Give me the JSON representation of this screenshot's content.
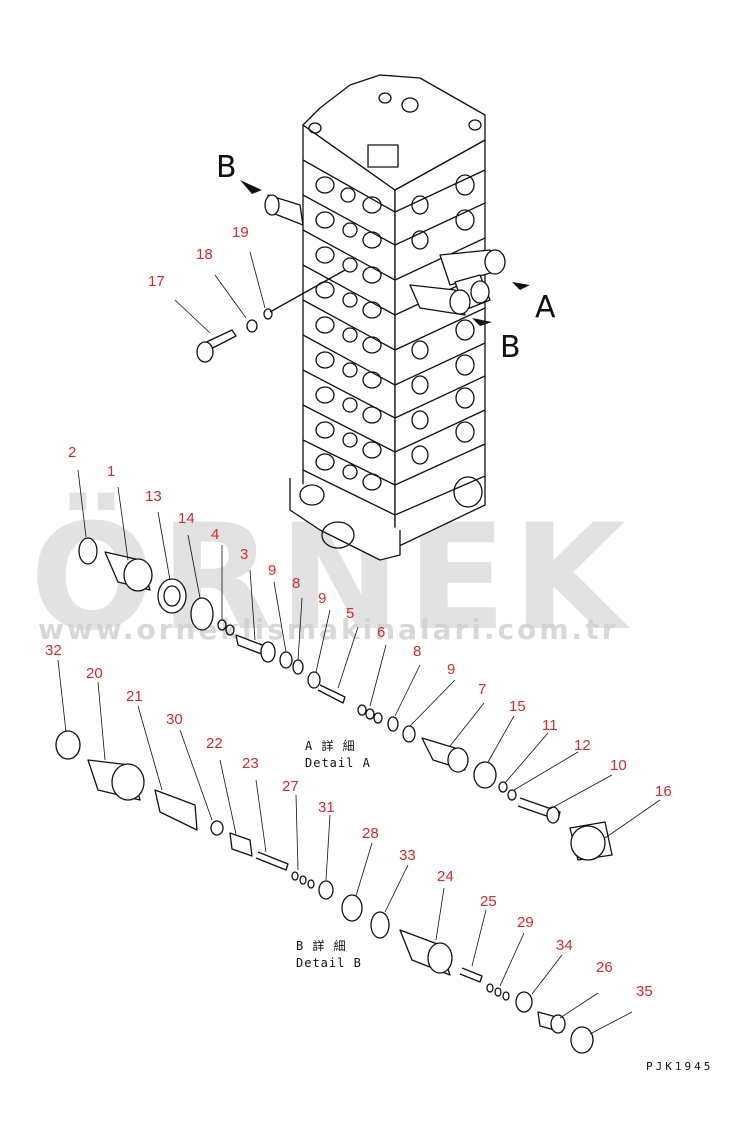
{
  "watermark": {
    "brand": "ÖRNEK",
    "url": "www.orneklismakinalari.com.tr"
  },
  "direction_labels": {
    "a": "A",
    "b_top": "B",
    "b_right": "B"
  },
  "detail_a": {
    "jp": "A 詳 細",
    "en": "Detail A"
  },
  "detail_b": {
    "jp": "B 詳 細",
    "en": "Detail B"
  },
  "drawing_code": "PJK1945",
  "part_labels": [
    "17",
    "18",
    "19",
    "2",
    "1",
    "13",
    "14",
    "4",
    "3",
    "9",
    "8",
    "9",
    "5",
    "6",
    "8",
    "9",
    "7",
    "15",
    "11",
    "12",
    "10",
    "16",
    "32",
    "20",
    "21",
    "30",
    "22",
    "23",
    "27",
    "31",
    "28",
    "33",
    "24",
    "25",
    "29",
    "34",
    "26",
    "35"
  ]
}
